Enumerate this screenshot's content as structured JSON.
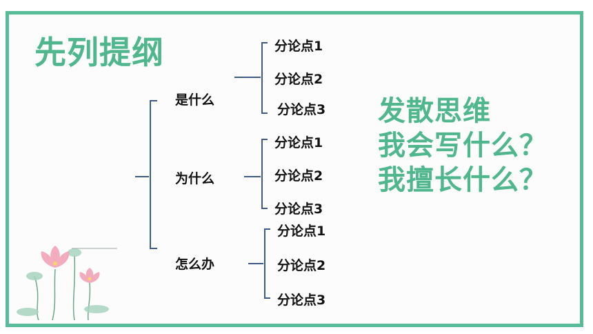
{
  "title": "先列提纲",
  "branches": [
    {
      "label": "是什么",
      "points": [
        "分论点1",
        "分论点2",
        "分论点3"
      ]
    },
    {
      "label": "为什么",
      "points": [
        "分论点1",
        "分论点2",
        "分论点3"
      ]
    },
    {
      "label": "怎么办",
      "points": [
        "分论点1",
        "分论点2",
        "分论点3"
      ]
    }
  ],
  "right_text": [
    "发散思维",
    "我会写什么？",
    "我擅长什么？"
  ],
  "colors": {
    "accent": "#57bc97",
    "line": "#3b5a8a"
  }
}
